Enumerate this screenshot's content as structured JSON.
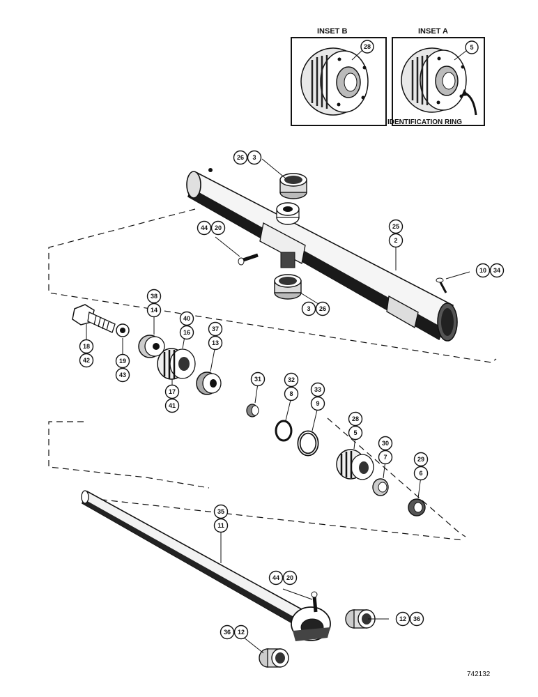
{
  "insets": [
    {
      "title": "INSET B",
      "callout": "28"
    },
    {
      "title": "INSET A",
      "callout": "5",
      "note": "IDENTIFICATION RING"
    }
  ],
  "callouts": [
    {
      "id": "c26a",
      "lines": [
        "26",
        "3"
      ]
    },
    {
      "id": "c25",
      "lines": [
        "25",
        "2"
      ]
    },
    {
      "id": "c44a",
      "lines": [
        "44",
        "20"
      ]
    },
    {
      "id": "c10",
      "lines": [
        "10",
        "34"
      ]
    },
    {
      "id": "c3b",
      "lines": [
        "3",
        "26"
      ]
    },
    {
      "id": "c18",
      "lines": [
        "18",
        "42"
      ]
    },
    {
      "id": "c19",
      "lines": [
        "19",
        "43"
      ]
    },
    {
      "id": "c38",
      "lines": [
        "38",
        "14"
      ]
    },
    {
      "id": "c40",
      "lines": [
        "40",
        "16"
      ]
    },
    {
      "id": "c17",
      "lines": [
        "17",
        "41"
      ]
    },
    {
      "id": "c37",
      "lines": [
        "37",
        "13"
      ]
    },
    {
      "id": "c31",
      "lines": [
        "31"
      ]
    },
    {
      "id": "c32",
      "lines": [
        "32",
        "8"
      ]
    },
    {
      "id": "c33",
      "lines": [
        "33",
        "9"
      ]
    },
    {
      "id": "c28",
      "lines": [
        "28",
        "5"
      ]
    },
    {
      "id": "c30",
      "lines": [
        "30",
        "7"
      ]
    },
    {
      "id": "c29",
      "lines": [
        "29",
        "6"
      ]
    },
    {
      "id": "c35",
      "lines": [
        "35",
        "11"
      ]
    },
    {
      "id": "c44b",
      "lines": [
        "44",
        "20"
      ]
    },
    {
      "id": "c12a",
      "lines": [
        "12",
        "36"
      ]
    },
    {
      "id": "c36b",
      "lines": [
        "36",
        "12"
      ]
    }
  ],
  "drawing_number": "742132"
}
